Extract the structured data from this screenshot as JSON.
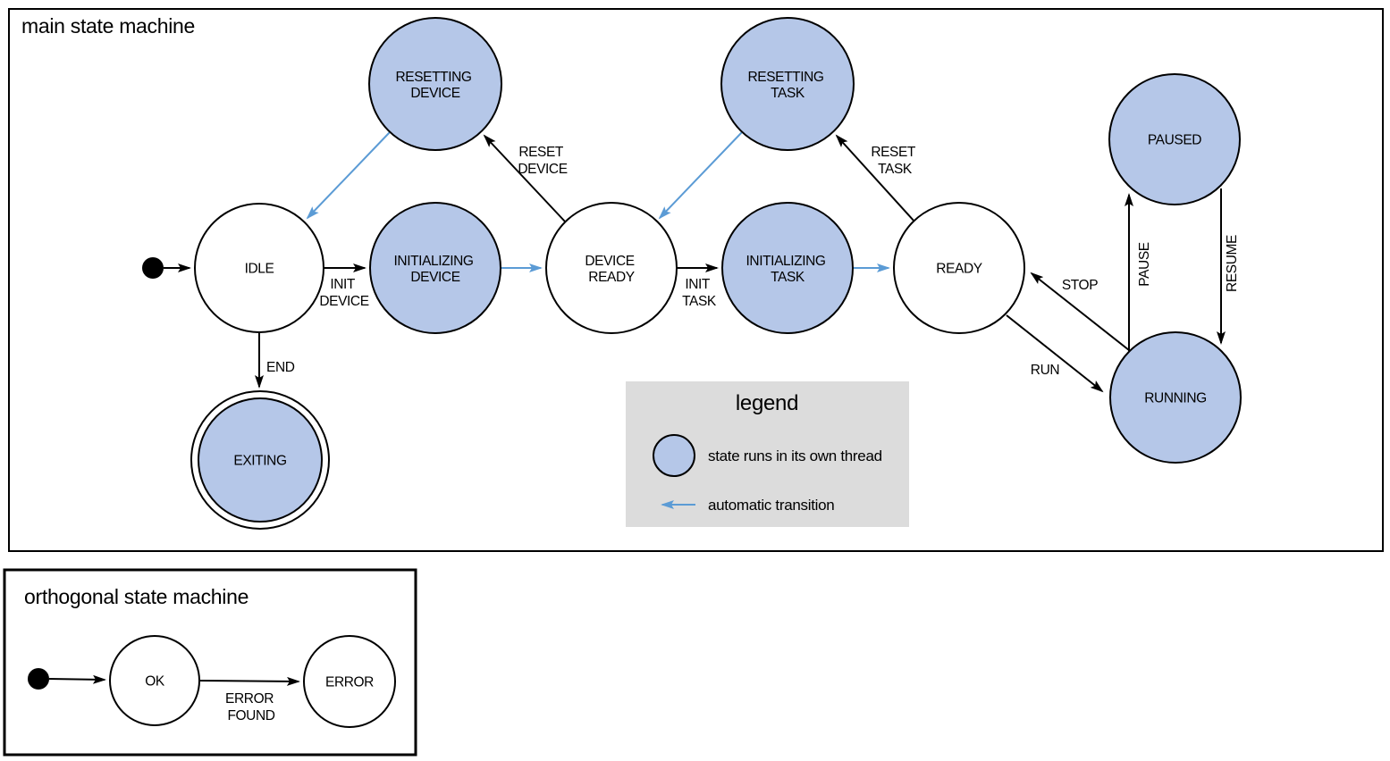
{
  "colors": {
    "threaded_state_fill": "#b5c7e8",
    "state_stroke": "#000000",
    "auto_transition": "#5b9bd5",
    "legend_bg": "#dcdcdc"
  },
  "main": {
    "title": "main state machine",
    "states": {
      "idle": "IDLE",
      "resetting_device": [
        "RESETTING",
        "DEVICE"
      ],
      "initializing_device": [
        "INITIALIZING",
        "DEVICE"
      ],
      "device_ready": [
        "DEVICE",
        "READY"
      ],
      "resetting_task": [
        "RESETTING",
        "TASK"
      ],
      "initializing_task": [
        "INITIALIZING",
        "TASK"
      ],
      "ready": "READY",
      "paused": "PAUSED",
      "running": "RUNNING",
      "exiting": "EXITING"
    },
    "transitions": {
      "init_device": [
        "INIT",
        "DEVICE"
      ],
      "reset_device": [
        "RESET",
        "DEVICE"
      ],
      "init_task": [
        "INIT",
        "TASK"
      ],
      "reset_task": [
        "RESET",
        "TASK"
      ],
      "stop": "STOP",
      "run": "RUN",
      "pause": "PAUSE",
      "resume": "RESUME",
      "end": "END"
    }
  },
  "legend": {
    "title": "legend",
    "items": [
      {
        "swatch": "threaded-state-circle",
        "label": "state runs in its own thread"
      },
      {
        "swatch": "auto-transition-arrow",
        "label": "automatic transition"
      }
    ]
  },
  "orthogonal": {
    "title": "orthogonal state machine",
    "states": {
      "ok": "OK",
      "error": "ERROR"
    },
    "transitions": {
      "error_found": [
        "ERROR",
        "FOUND"
      ]
    }
  }
}
